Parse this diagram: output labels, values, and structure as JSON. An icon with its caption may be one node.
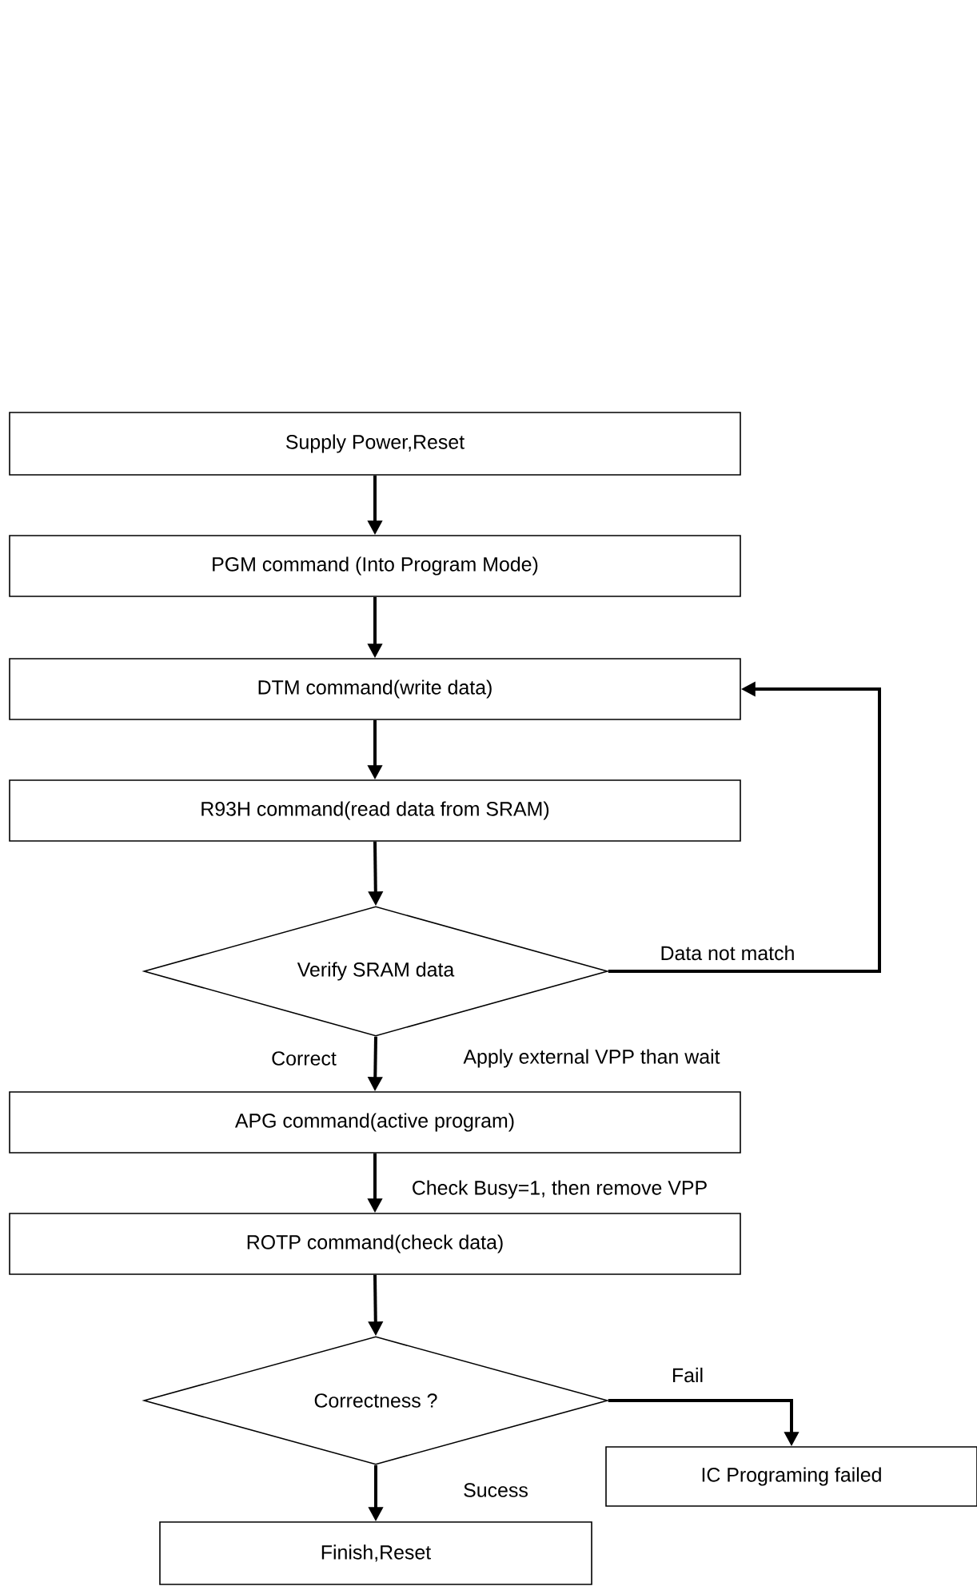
{
  "diagram": {
    "nodes": [
      {
        "text": [
          "Supply Power,Reset"
        ]
      },
      {
        "text": [
          "PGM command (Into Program Mode)"
        ]
      },
      {
        "text": [
          "DTM command(write data)"
        ]
      },
      {
        "text": [
          "R93H command(read data from SRAM)"
        ]
      },
      {
        "text": [
          "Verify SRAM data"
        ]
      },
      {
        "text": [
          "APG command(active program)"
        ]
      },
      {
        "text": [
          "ROTP command(check data)"
        ]
      },
      {
        "text": [
          "Correctness ?"
        ]
      },
      {
        "text": [
          "IC Programing failed"
        ]
      },
      {
        "text": [
          "Finish,Reset"
        ]
      }
    ],
    "edges": [
      {
        "from": 0,
        "to": 1,
        "arrow": "to"
      },
      {
        "from": 1,
        "to": 2,
        "arrow": "to"
      },
      {
        "from": 2,
        "to": 3,
        "arrow": "to"
      },
      {
        "from": 3,
        "to": 4,
        "arrow": "to"
      },
      {
        "from": 4,
        "to": 2,
        "arrow": "to",
        "label": "Data not match"
      },
      {
        "from": 4,
        "to": 5,
        "arrow": "to",
        "label": "Correct"
      },
      {
        "from": 5,
        "to": 6,
        "arrow": "to",
        "label": "Check Busy=1, then remove VPP"
      },
      {
        "from": 6,
        "to": 7,
        "arrow": "to"
      },
      {
        "from": 7,
        "to": 8,
        "arrow": "to",
        "label": "Fail"
      },
      {
        "from": 7,
        "to": 9,
        "arrow": "to",
        "label": "Sucess"
      }
    ],
    "labels": [
      "Apply external VPP than wait"
    ]
  }
}
